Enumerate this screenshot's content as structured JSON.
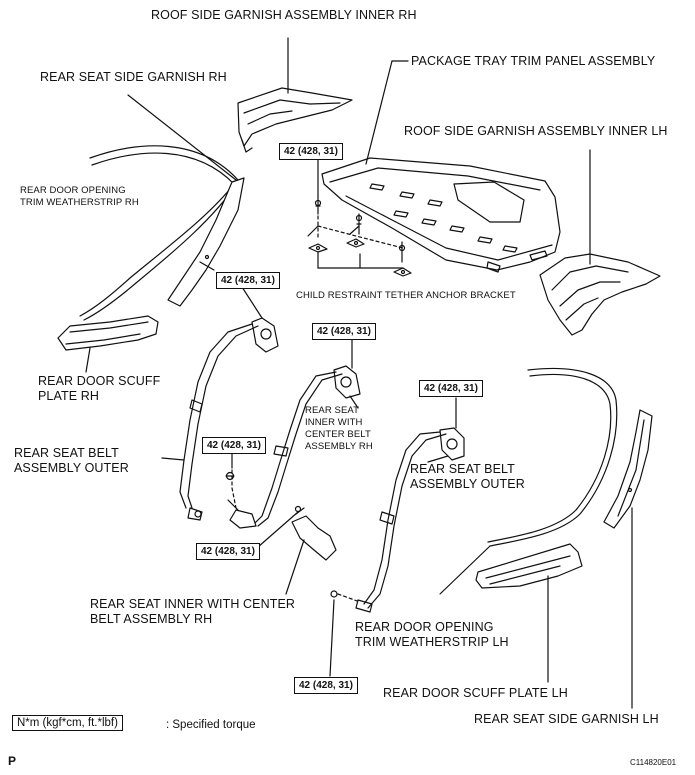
{
  "labels": {
    "roof_side_garnish_inner_rh": "ROOF SIDE GARNISH ASSEMBLY INNER RH",
    "package_tray": "PACKAGE TRAY TRIM PANEL ASSEMBLY",
    "rear_seat_side_garnish_rh": "REAR SEAT SIDE GARNISH RH",
    "roof_side_garnish_inner_lh": "ROOF SIDE GARNISH ASSEMBLY INNER LH",
    "door_weatherstrip_rh_line1": "REAR DOOR OPENING",
    "door_weatherstrip_rh_line2": "TRIM WEATHERSTRIP RH",
    "child_restraint": "CHILD RESTRAINT TETHER ANCHOR BRACKET",
    "scuff_plate_rh_line1": "REAR DOOR SCUFF",
    "scuff_plate_rh_line2": "PLATE RH",
    "inner_center_belt_line1": "REAR SEAT",
    "inner_center_belt_line2": "INNER WITH",
    "inner_center_belt_line3": "CENTER BELT",
    "inner_center_belt_line4": "ASSEMBLY RH",
    "belt_outer_left_line1": "REAR SEAT BELT",
    "belt_outer_left_line2": "ASSEMBLY OUTER",
    "belt_outer_right_line1": "REAR SEAT BELT",
    "belt_outer_right_line2": "ASSEMBLY OUTER",
    "inner_center_belt_bottom_line1": "REAR SEAT INNER WITH CENTER",
    "inner_center_belt_bottom_line2": "BELT ASSEMBLY RH",
    "door_weatherstrip_lh_line1": "REAR DOOR OPENING",
    "door_weatherstrip_lh_line2": "TRIM WEATHERSTRIP LH",
    "scuff_plate_lh": "REAR DOOR SCUFF PLATE LH",
    "rear_seat_side_garnish_lh": "REAR SEAT SIDE GARNISH LH"
  },
  "torque_value": "42 (428, 31)",
  "legend": {
    "unit_box": "N*m (kgf*cm, ft.*lbf)",
    "text": ": Specified torque"
  },
  "corner": {
    "left": "P",
    "right": "C114820E01"
  }
}
